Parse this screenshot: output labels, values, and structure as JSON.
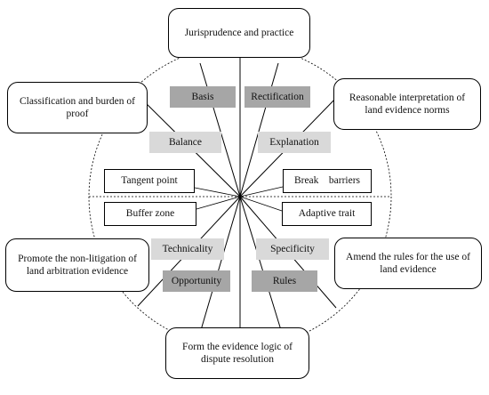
{
  "diagram": {
    "outer_nodes": [
      {
        "id": "top",
        "text": "Jurisprudence and practice"
      },
      {
        "id": "upper-right",
        "text": "Reasonable interpretation of land evidence norms"
      },
      {
        "id": "lower-right",
        "text": "Amend the rules for the use of land evidence"
      },
      {
        "id": "bottom",
        "text": "Form the evidence logic of dispute resolution"
      },
      {
        "id": "lower-left",
        "text": "Promote the non-litigation of land arbitration evidence"
      },
      {
        "id": "upper-left",
        "text": "Classification and burden of proof"
      }
    ],
    "inner_nodes": [
      {
        "id": "tangent-point",
        "text": "Tangent point"
      },
      {
        "id": "buffer-zone",
        "text": "Buffer zone"
      },
      {
        "id": "break-barriers",
        "text": "Break    barriers"
      },
      {
        "id": "adaptive-trait",
        "text": "Adaptive trait"
      }
    ],
    "tags": [
      {
        "id": "basis",
        "text": "Basis",
        "shade": "dark"
      },
      {
        "id": "rectification",
        "text": "Rectification",
        "shade": "dark"
      },
      {
        "id": "balance",
        "text": "Balance",
        "shade": "light"
      },
      {
        "id": "explanation",
        "text": "Explanation",
        "shade": "light"
      },
      {
        "id": "technicality",
        "text": "Technicality",
        "shade": "light"
      },
      {
        "id": "specificity",
        "text": "Specificity",
        "shade": "light"
      },
      {
        "id": "opportunity",
        "text": "Opportunity",
        "shade": "dark"
      },
      {
        "id": "rules",
        "text": "Rules",
        "shade": "dark"
      }
    ]
  }
}
